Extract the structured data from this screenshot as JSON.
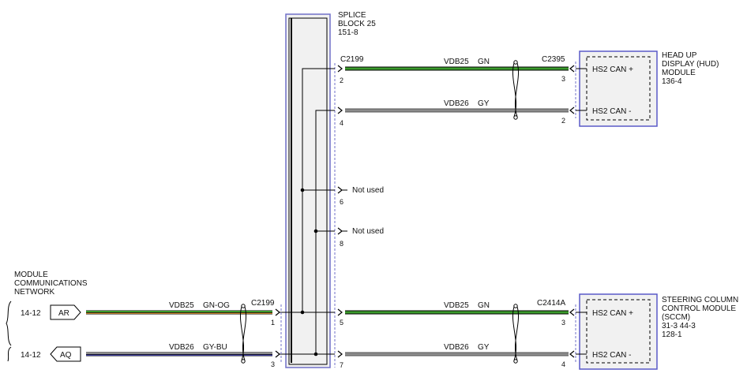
{
  "splice_block": {
    "title_line1": "SPLICE",
    "title_line2": "BLOCK 25",
    "ref": "151-8"
  },
  "hud_module": {
    "line1": "HEAD UP",
    "line2": "DISPLAY (HUD)",
    "line3": "MODULE",
    "ref": "136-4",
    "connector": "C2395",
    "pin_plus": "HS2 CAN +",
    "pin_minus": "HS2 CAN -",
    "pin_plus_num": "3",
    "pin_minus_num": "2"
  },
  "sccm_module": {
    "line1": "STEERING COLUMN",
    "line2": "CONTROL MODULE",
    "line3": "(SCCM)",
    "ref1": "31-3   44-3",
    "ref2": "128-1",
    "connector": "C2414A",
    "pin_plus": "HS2 CAN +",
    "pin_minus": "HS2 CAN -",
    "pin_plus_num": "3",
    "pin_minus_num": "4"
  },
  "network": {
    "line1": "MODULE",
    "line2": "COMMUNICATIONS",
    "line3": "NETWORK",
    "ref_ar": "14-12",
    "ref_aq": "14-12",
    "tag_ar": "AR",
    "tag_aq": "AQ",
    "connector": "C2199",
    "pin_ar": "1",
    "pin_aq": "3"
  },
  "splice_pins": {
    "connector": "C2199",
    "p2": "2",
    "p4": "4",
    "p6": "6",
    "p8": "8",
    "p5": "5",
    "p7": "7",
    "not_used": "Not used"
  },
  "wires": {
    "hud_gn_name": "VDB25",
    "hud_gn_color": "GN",
    "hud_gy_name": "VDB26",
    "hud_gy_color": "GY",
    "sccm_gn_name": "VDB25",
    "sccm_gn_color": "GN",
    "sccm_gy_name": "VDB26",
    "sccm_gy_color": "GY",
    "net_ar_name": "VDB25",
    "net_ar_color": "GN-OG",
    "net_aq_name": "VDB26",
    "net_aq_color": "GY-BU"
  },
  "colors": {
    "green": "#3a9a2c",
    "orange": "#e39a3a",
    "gray": "#8c8c8c",
    "blue": "#4a4ab8",
    "module_border": "#5a5ac8"
  }
}
